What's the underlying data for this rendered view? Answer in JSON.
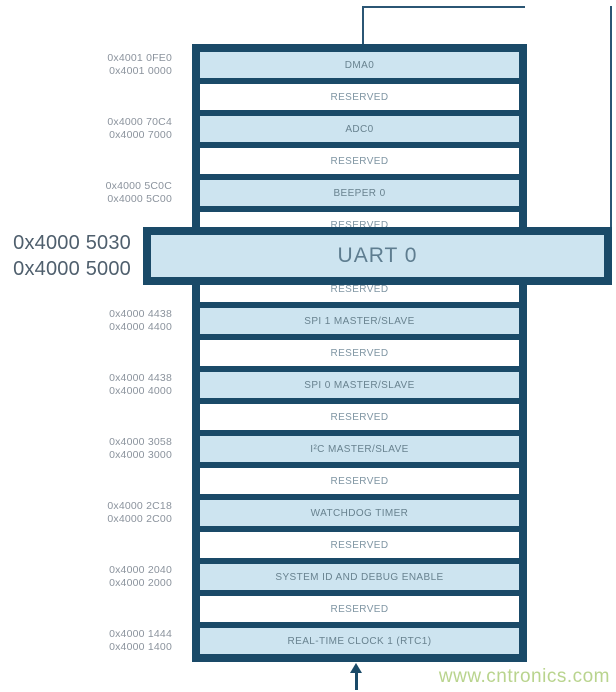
{
  "memory_map": {
    "rows": [
      {
        "label": "DMA0",
        "type": "peripheral",
        "addr_high": "0x4001 0FE0",
        "addr_low": "0x4001 0000"
      },
      {
        "label": "RESERVED",
        "type": "reserved"
      },
      {
        "label": "ADC0",
        "type": "peripheral",
        "addr_high": "0x4000 70C4",
        "addr_low": "0x4000 7000"
      },
      {
        "label": "RESERVED",
        "type": "reserved"
      },
      {
        "label": "BEEPER 0",
        "type": "peripheral",
        "addr_high": "0x4000 5C0C",
        "addr_low": "0x4000 5C00"
      },
      {
        "label": "RESERVED",
        "type": "reserved"
      },
      {
        "label": "UART 0",
        "type": "peripheral"
      },
      {
        "label": "RESERVED",
        "type": "reserved"
      },
      {
        "label": "SPI 1 MASTER/SLAVE",
        "type": "peripheral",
        "addr_high": "0x4000 4438",
        "addr_low": "0x4000 4400"
      },
      {
        "label": "RESERVED",
        "type": "reserved"
      },
      {
        "label": "SPI 0 MASTER/SLAVE",
        "type": "peripheral",
        "addr_high": "0x4000 4438",
        "addr_low": "0x4000 4000"
      },
      {
        "label": "RESERVED",
        "type": "reserved"
      },
      {
        "label": "I²C MASTER/SLAVE",
        "type": "peripheral",
        "addr_high": "0x4000 3058",
        "addr_low": "0x4000 3000"
      },
      {
        "label": "RESERVED",
        "type": "reserved"
      },
      {
        "label": "WATCHDOG TIMER",
        "type": "peripheral",
        "addr_high": "0x4000 2C18",
        "addr_low": "0x4000 2C00"
      },
      {
        "label": "RESERVED",
        "type": "reserved"
      },
      {
        "label": "SYSTEM ID AND DEBUG ENABLE",
        "type": "peripheral",
        "addr_high": "0x4000 2040",
        "addr_low": "0x4000 2000"
      },
      {
        "label": "RESERVED",
        "type": "reserved"
      },
      {
        "label": "REAL-TIME CLOCK 1 (RTC1)",
        "type": "peripheral",
        "addr_high": "0x4000 1444",
        "addr_low": "0x4000 1400"
      }
    ]
  },
  "callout": {
    "label": "UART 0",
    "addr_high": "0x4000 5030",
    "addr_low": "0x4000 5000"
  },
  "watermark": "www.cntronics.com",
  "colors": {
    "navy": "#1a4a68",
    "light_blue": "#cde4f0",
    "reserved_white": "#ffffff",
    "label_text": "#68828f",
    "reserved_text": "#7f95a3",
    "address_text": "#8b939d",
    "big_address_text": "#4f5f6d",
    "connector_line": "#2b5674",
    "watermark_green": "#b9d48e"
  }
}
